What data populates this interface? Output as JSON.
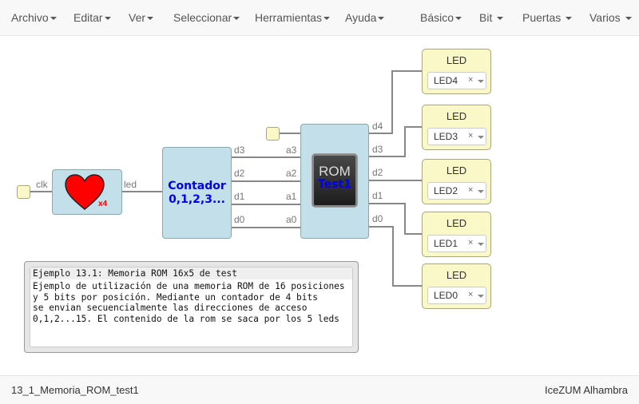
{
  "menubar": {
    "left": [
      "Archivo",
      "Editar",
      "Ver",
      "Seleccionar",
      "Herramientas",
      "Ayuda"
    ],
    "right": [
      "Básico",
      "Bit",
      "Puertas",
      "Varios"
    ]
  },
  "circuit": {
    "input_clk_label": "clk",
    "heart_block": {
      "badge": "x4",
      "output_label": "led"
    },
    "counter_block": {
      "line1": "Contador",
      "line2": "0,1,2,3...",
      "outputs": [
        "d3",
        "d2",
        "d1",
        "d0"
      ]
    },
    "rom_block": {
      "line1": "ROM",
      "line2": "Test1",
      "inputs": [
        "a3",
        "a2",
        "a1",
        "a0"
      ],
      "outputs": [
        "d4",
        "d3",
        "d2",
        "d1",
        "d0"
      ]
    },
    "leds": [
      {
        "title": "LED",
        "value": "LED4"
      },
      {
        "title": "LED",
        "value": "LED3"
      },
      {
        "title": "LED",
        "value": "LED2"
      },
      {
        "title": "LED",
        "value": "LED1"
      },
      {
        "title": "LED",
        "value": "LED0"
      }
    ]
  },
  "comment": {
    "title": "Ejemplo 13.1: Memoria ROM 16x5 de test",
    "body": "Ejemplo de utilización de una memoria ROM de 16 posiciones\ny 5 bits por posición. Mediante un contador de 4 bits\nse envian secuencialmente las direcciones de acceso\n0,1,2...15. El contenido de la rom se saca por los 5 leds"
  },
  "footer": {
    "project_name": "13_1_Memoria_ROM_test1",
    "board": "IceZUM Alhambra"
  },
  "colors": {
    "block_bg": "#c3dfea",
    "io_bg": "#fbf8c8",
    "label_blue": "#0000ee",
    "heart_red": "#ff0000"
  }
}
